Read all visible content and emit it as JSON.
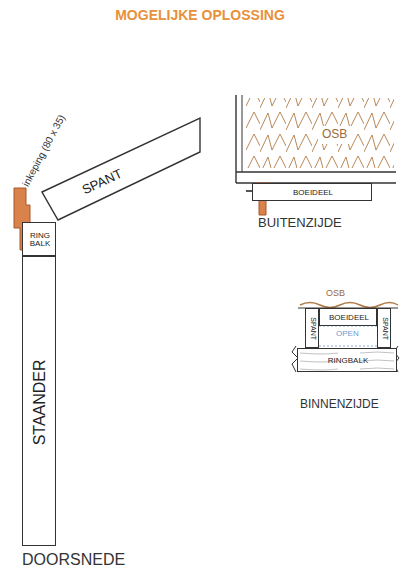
{
  "diagram": {
    "title": "MOGELIJKE OPLOSSING",
    "nodes": [
      {
        "text": [
          "STAANDER"
        ]
      },
      {
        "text": [
          "RING BALK"
        ]
      },
      {
        "text": [
          "SPANT"
        ]
      },
      {
        "text": [
          "BOEIDEEL"
        ]
      },
      {
        "text": [
          "SPANT"
        ]
      },
      {
        "text": [
          "BOEIDEEL"
        ]
      },
      {
        "text": [
          "SPANT"
        ]
      },
      {
        "text": [
          "RINGBALK"
        ]
      }
    ],
    "labels": [
      "inkeping (80 x 35)",
      "OSB",
      "BUITENZIJDE",
      "OSB",
      "OPEN",
      "BINNENZIJDE",
      "DOORSNEDE"
    ]
  }
}
